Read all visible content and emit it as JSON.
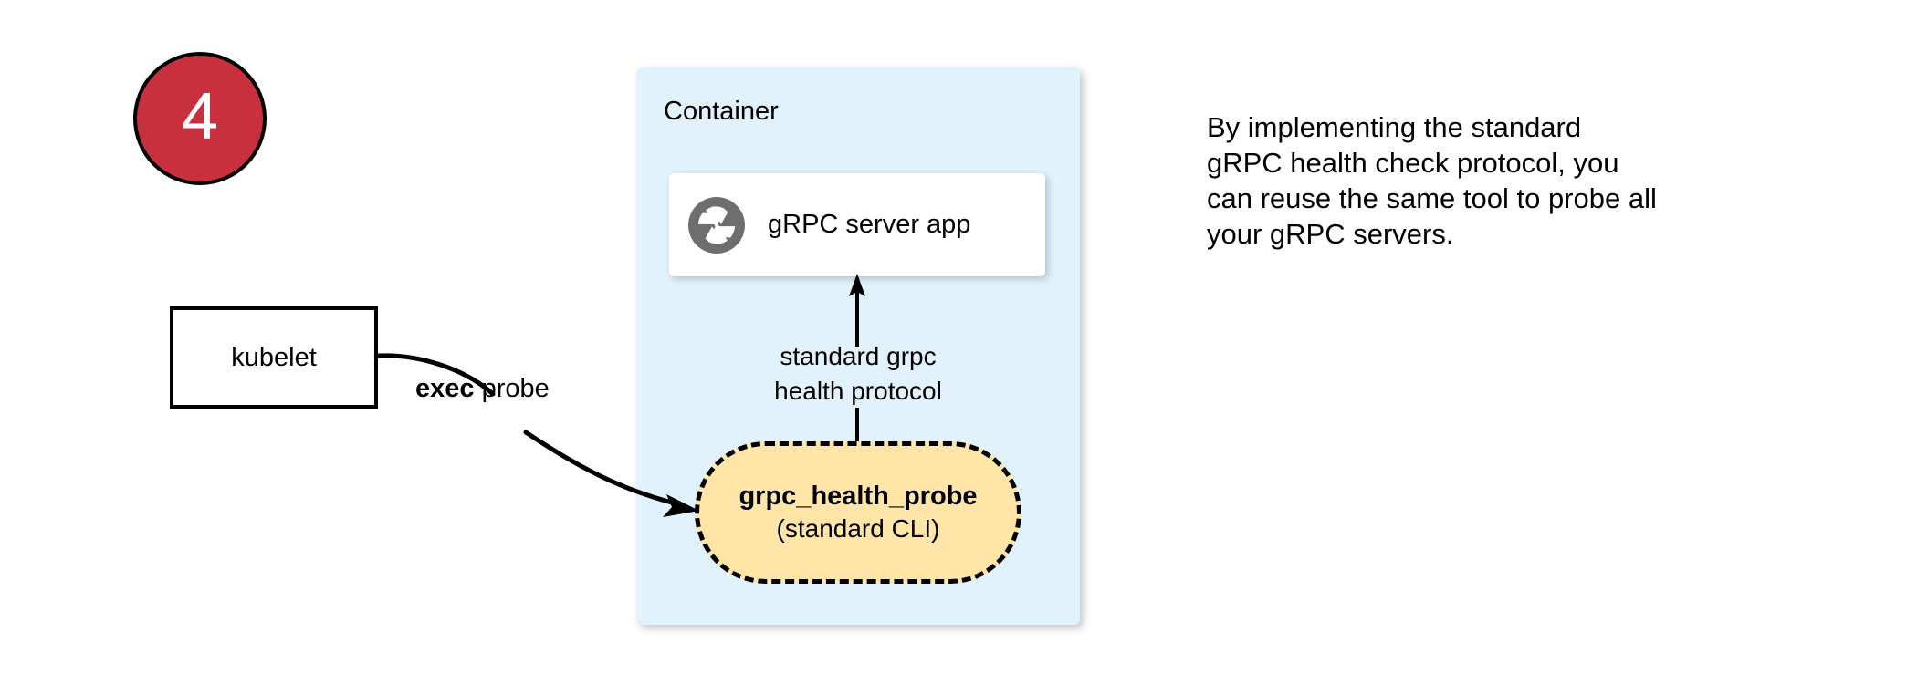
{
  "step": {
    "number": "4",
    "circle_fill": "#C9303D",
    "circle_border": "#000000",
    "number_color": "#ffffff"
  },
  "container": {
    "label": "Container",
    "fill": "#E1F2FC"
  },
  "grpc_server": {
    "label": "gRPC server app",
    "icon_name": "aperture-icon",
    "icon_color": "#6E6E6E",
    "card_fill": "#ffffff"
  },
  "protocol_arrow": {
    "label": "standard grpc\nhealth protocol",
    "direction": "up",
    "stroke": "#000000"
  },
  "health_probe": {
    "title": "grpc_health_probe",
    "subtitle": "(standard CLI)",
    "fill": "#FFE6A8",
    "border_style": "dashed",
    "border_color": "#000000"
  },
  "kubelet": {
    "label": "kubelet",
    "fill": "#ffffff",
    "border_color": "#000000"
  },
  "exec_probe": {
    "label_bold": "exec",
    "label_rest": " probe",
    "stroke": "#000000"
  },
  "caption": {
    "text": "By implementing the standard\ngRPC health check protocol, you\ncan reuse the same tool to probe all\nyour gRPC servers."
  }
}
